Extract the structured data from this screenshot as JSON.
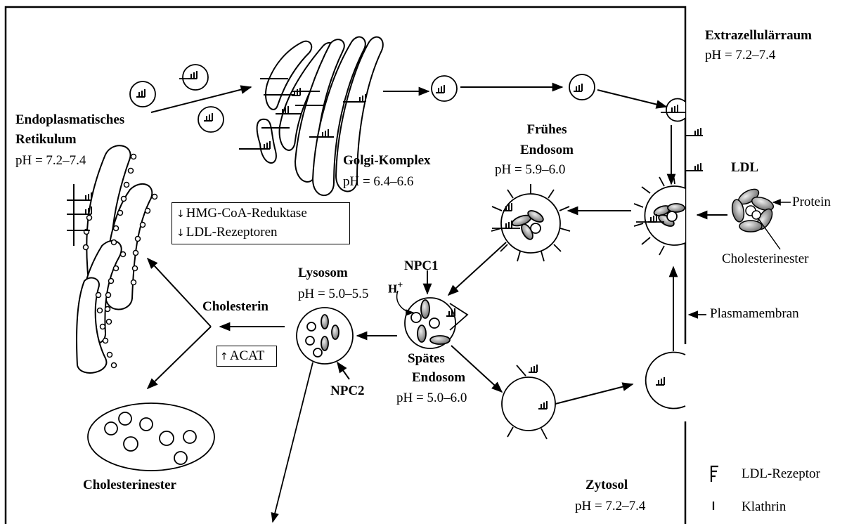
{
  "regions": {
    "extracellular": {
      "title": "Extrazellulärraum",
      "ph": "pH = 7.2–7.4"
    },
    "er": {
      "title_line1": "Endoplasmatisches",
      "title_line2": "Retikulum",
      "ph": "pH = 7.2–7.4"
    },
    "golgi": {
      "title": "Golgi-Komplex",
      "ph": "pH = 6.4–6.6"
    },
    "early_endosome": {
      "title_line1": "Frühes",
      "title_line2": "Endosom",
      "ph": "pH = 5.9–6.0"
    },
    "late_endosome": {
      "title_line1": "Spätes",
      "title_line2": "Endosom",
      "ph": "pH = 5.0–6.0"
    },
    "lysosome": {
      "title": "Lysosom",
      "ph": "pH = 5.0–5.5"
    },
    "cytosol": {
      "title": "Zytosol",
      "ph": "pH = 7.2–7.4"
    }
  },
  "labels": {
    "ldl": "LDL",
    "protein": "Protein",
    "cholesterinester_ldl": "Cholesterinester",
    "plasmamembran": "Plasmamembran",
    "npc1": "NPC1",
    "npc2": "NPC2",
    "h_plus_base": "H",
    "h_plus_sup": "+",
    "cholesterin": "Cholesterin",
    "cholesterinester_droplet": "Cholesterinester"
  },
  "regulation": {
    "hmg": "HMG-CoA-Reduktase",
    "ldlr": "LDL-Rezeptoren",
    "acat": "ACAT"
  },
  "legend": {
    "receptor": "LDL-Rezeptor",
    "clathrin": "Klathrin"
  }
}
